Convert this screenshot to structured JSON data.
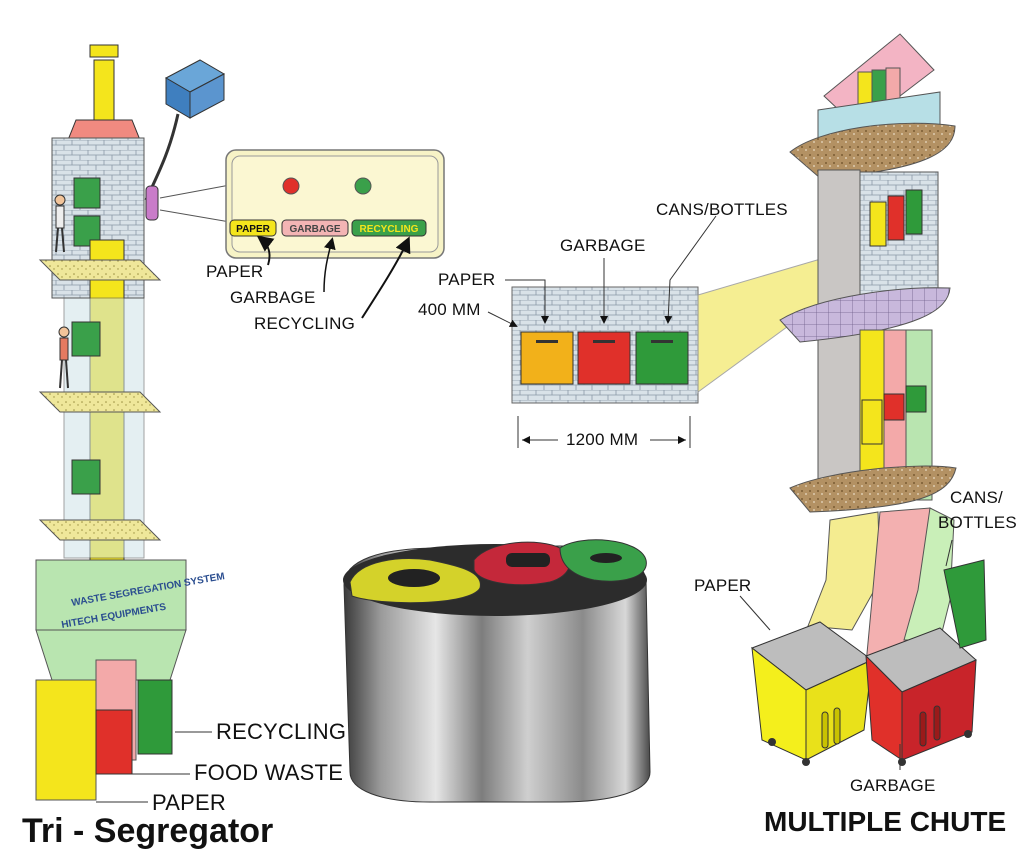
{
  "titles": {
    "left": "Tri - Segregator",
    "right": "MULTIPLE CHUTE"
  },
  "tri_segregator": {
    "panel_buttons": [
      "PAPER",
      "GARBAGE",
      "RECYCLING"
    ],
    "panel_callouts": [
      "PAPER",
      "GARBAGE",
      "RECYCLING"
    ],
    "bottom_labels": [
      "RECYCLING",
      "FOOD WASTE",
      "PAPER"
    ],
    "housing_text": [
      "WASTE SEGREGATION SYSTEM",
      "HITECH EQUIPMENTS"
    ]
  },
  "wall_detail": {
    "labels": {
      "cans": "CANS/BOTTLES",
      "garbage": "GARBAGE",
      "paper": "PAPER",
      "height": "400 MM",
      "width": "1200 MM"
    }
  },
  "multiple_chute": {
    "labels": {
      "cans_line1": "CANS/",
      "cans_line2": "BOTTLES",
      "paper": "PAPER",
      "garbage": "GARBAGE"
    }
  },
  "colors": {
    "paper": "#f2e21a",
    "garbage": "#e0302a",
    "recycling": "#2f9a3a",
    "pink": "#f3a9a9",
    "mint": "#b9e5b0",
    "lightgreen": "#9fd892",
    "brick": "#d7e0e6",
    "slab": "#f0eaa0",
    "shelf": "#a68a5c"
  },
  "icons": [
    "power-box-icon",
    "worker-icon",
    "stainless-bin-icon",
    "cart-bin-icon"
  ]
}
